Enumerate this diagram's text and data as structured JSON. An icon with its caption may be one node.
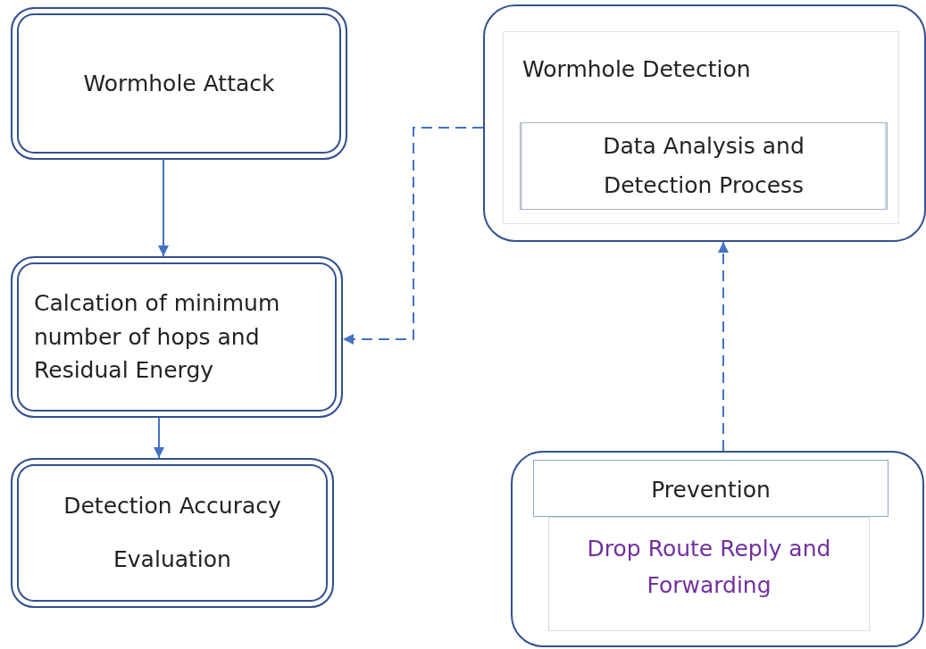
{
  "diagram": {
    "nodes": [
      {
        "text": [
          "Wormhole Attack"
        ]
      },
      {
        "text": [
          "Calcation of minimum number of hops and Residual Energy"
        ]
      },
      {
        "text": [
          "Detection Accuracy Evaluation"
        ]
      },
      {
        "text": [
          "Wormhole Detection"
        ]
      },
      {
        "text": [
          "Data Analysis and Detection Process"
        ],
        "in": 3
      },
      {
        "text": [],
        "shape": "box"
      },
      {
        "text": [
          "Prevention"
        ],
        "in": 5
      },
      {
        "text": [
          "Drop Route Reply and Forwarding"
        ],
        "in": 5
      }
    ],
    "edges": [
      {
        "from": 0,
        "to": 1,
        "arrow": "to"
      },
      {
        "from": 1,
        "to": 2,
        "arrow": "to"
      },
      {
        "from": 3,
        "to": 1,
        "arrow": "to",
        "style": "dashed"
      },
      {
        "from": 5,
        "to": 3,
        "arrow": "to",
        "style": "dashed"
      }
    ]
  }
}
